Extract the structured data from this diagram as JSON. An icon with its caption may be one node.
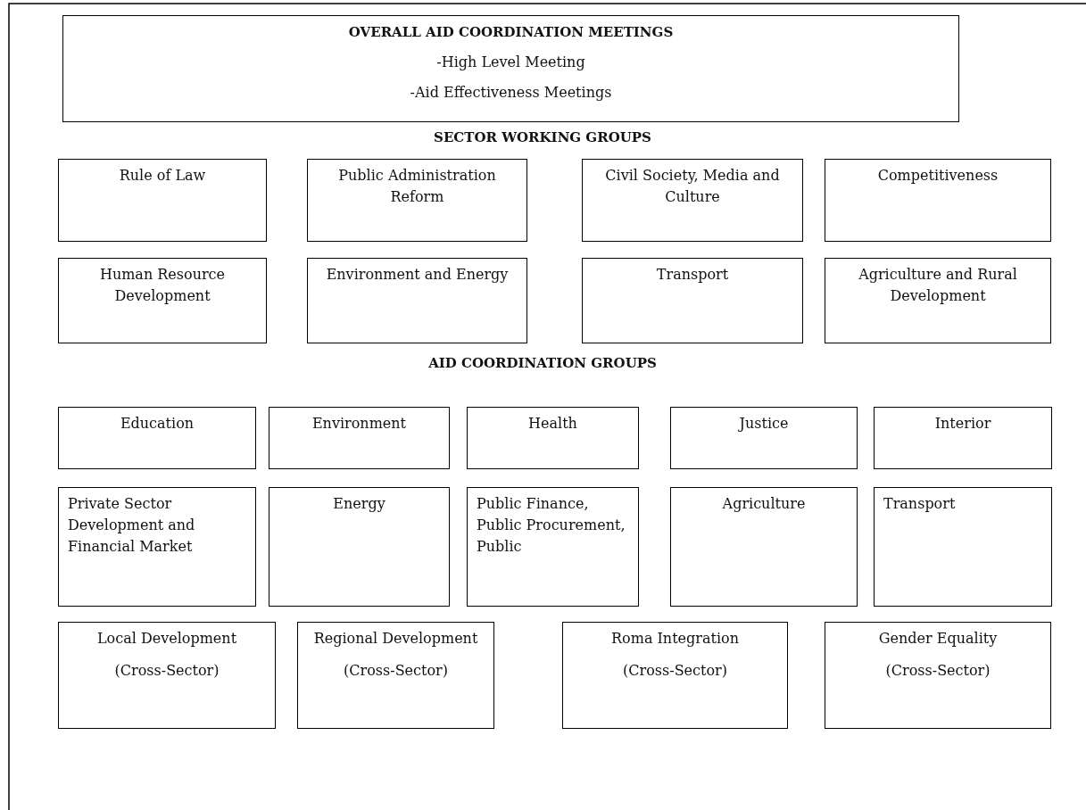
{
  "diagram": {
    "nodes": [
      {
        "text": [
          "OVERALL AID COORDINATION MEETINGS",
          "-High Level Meeting",
          "-Aid Effectiveness Meetings"
        ]
      },
      {
        "text": [
          "Rule of Law"
        ]
      },
      {
        "text": [
          "Public Administration Reform"
        ]
      },
      {
        "text": [
          "Civil Society, Media and Culture"
        ]
      },
      {
        "text": [
          "Competitiveness"
        ]
      },
      {
        "text": [
          "Human Resource Development"
        ]
      },
      {
        "text": [
          "Environment and Energy"
        ]
      },
      {
        "text": [
          "Transport"
        ]
      },
      {
        "text": [
          "Agriculture and Rural Development"
        ]
      },
      {
        "text": [
          "Education"
        ]
      },
      {
        "text": [
          "Environment"
        ]
      },
      {
        "text": [
          "Health"
        ]
      },
      {
        "text": [
          "Justice"
        ]
      },
      {
        "text": [
          "Interior"
        ]
      },
      {
        "text": [
          "Private Sector Development and Financial Market"
        ]
      },
      {
        "text": [
          "Energy"
        ]
      },
      {
        "text": [
          "Public Finance, Public Procurement, Public"
        ]
      },
      {
        "text": [
          "Agriculture"
        ]
      },
      {
        "text": [
          "Transport"
        ]
      },
      {
        "text": [
          "Local Development",
          "(Cross-Sector)"
        ]
      },
      {
        "text": [
          "Regional Development",
          "(Cross-Sector)"
        ]
      },
      {
        "text": [
          "Roma Integration",
          "(Cross-Sector)"
        ]
      },
      {
        "text": [
          "Gender Equality",
          "(Cross-Sector)"
        ]
      }
    ],
    "labels": [
      "SECTOR WORKING GROUPS",
      "AID COORDINATION GROUPS"
    ]
  }
}
